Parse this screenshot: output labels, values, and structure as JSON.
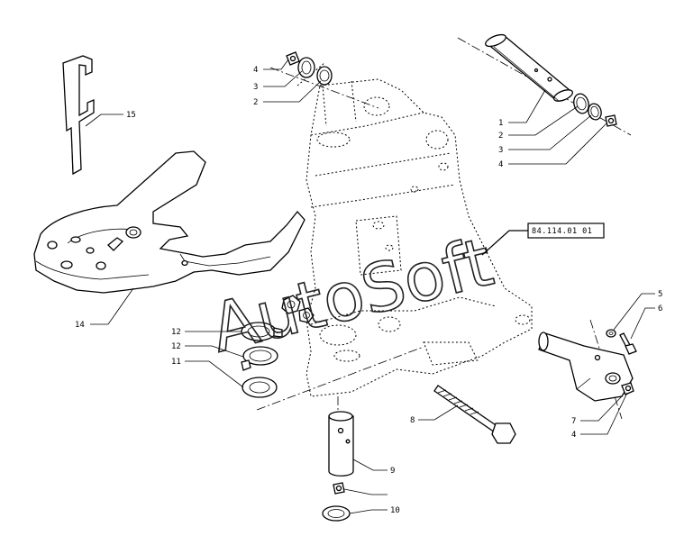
{
  "watermark": "AutoSoft",
  "reference": "84.114.01 01",
  "callouts": {
    "c1": "1",
    "c2a": "2",
    "c2b": "2",
    "c3a": "3",
    "c3b": "3",
    "c4a": "4",
    "c4b": "4",
    "c4c": "4",
    "c5": "5",
    "c6": "6",
    "c7": "7",
    "c8": "8",
    "c9": "9",
    "c10": "10",
    "c11": "11",
    "c12a": "12",
    "c12b": "12",
    "c14": "14",
    "c15": "15"
  }
}
